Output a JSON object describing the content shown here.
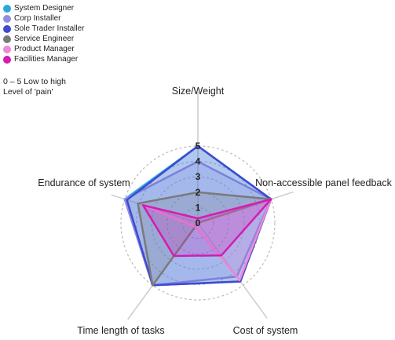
{
  "chart_data": {
    "type": "radar",
    "axes": [
      "Size/Weight",
      "Non-accessible panel feedback",
      "Cost of system",
      "Time length of tasks",
      "Endurance of system"
    ],
    "range": [
      0,
      5
    ],
    "ticks": [
      "0",
      "1",
      "2",
      "3",
      "4",
      "5"
    ],
    "grid": "dashed-circles",
    "legend_position": "top-left",
    "series": [
      {
        "name": "System Designer",
        "color": "#2aa7df",
        "values": [
          5,
          5,
          4.7,
          5,
          5
        ]
      },
      {
        "name": "Corp Installer",
        "color": "#8e90dd",
        "values": [
          4,
          5,
          4.3,
          5,
          5
        ]
      },
      {
        "name": "Sole Trader Installer",
        "color": "#3f4ad0",
        "values": [
          5,
          5,
          4.7,
          5,
          4.85
        ]
      },
      {
        "name": "Service Engineer",
        "color": "#7a7a7a",
        "values": [
          2,
          5,
          0,
          5,
          4.1
        ]
      },
      {
        "name": "Product Manager",
        "color": "#f088d8",
        "values": [
          0.3,
          5,
          4.6,
          0.3,
          3.8
        ]
      },
      {
        "name": "Facilities Manager",
        "color": "#d21cb4",
        "values": [
          0.3,
          5,
          2.6,
          2.65,
          3.75
        ]
      }
    ],
    "note_lines": [
      "0 – 5 Low to high",
      "Level of 'pain'"
    ]
  }
}
